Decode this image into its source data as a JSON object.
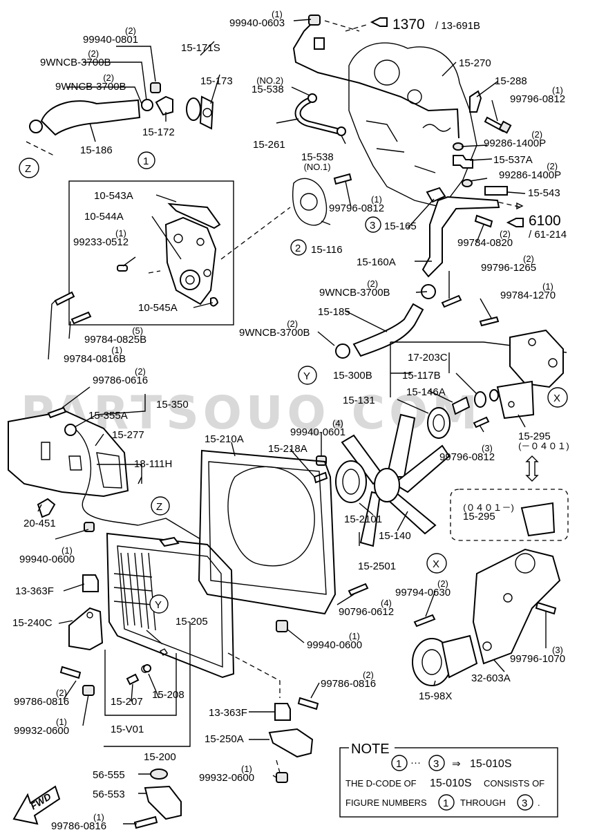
{
  "watermark": "PARTSOUQ.COM",
  "refs": [
    {
      "id": "r1370",
      "code": "1370",
      "sub": "/ 13-691B"
    },
    {
      "id": "r6100",
      "code": "6100",
      "sub": "/ 61-214"
    }
  ],
  "circled": {
    "one": "1",
    "two": "2",
    "three": "3",
    "z": "Z",
    "y": "Y",
    "x": "X"
  },
  "labels": [
    {
      "id": "p99940-0603",
      "text": "99940-0603",
      "qty": "(1)"
    },
    {
      "id": "p99940-0801",
      "text": "99940-0801",
      "qty": "(2)"
    },
    {
      "id": "p9wncb-a",
      "text": "9WNCB-3700B",
      "qty": "(2)"
    },
    {
      "id": "p9wncb-b",
      "text": "9WNCB-3700B",
      "qty": "(2)"
    },
    {
      "id": "p15-171s",
      "text": "15-171S",
      "qty": ""
    },
    {
      "id": "p15-173",
      "text": "15-173",
      "qty": ""
    },
    {
      "id": "p15-172",
      "text": "15-172",
      "qty": ""
    },
    {
      "id": "p15-186",
      "text": "15-186",
      "qty": ""
    },
    {
      "id": "p15-538a",
      "text": "15-538",
      "qty": "(NO.2)"
    },
    {
      "id": "p15-261",
      "text": "15-261",
      "qty": ""
    },
    {
      "id": "p15-538b",
      "text": "15-538",
      "qty": "(NO.1)"
    },
    {
      "id": "p15-270",
      "text": "15-270",
      "qty": ""
    },
    {
      "id": "p15-288",
      "text": "15-288",
      "qty": ""
    },
    {
      "id": "p99796-0812a",
      "text": "99796-0812",
      "qty": "(1)"
    },
    {
      "id": "p99286-a",
      "text": "99286-1400P",
      "qty": "(2)"
    },
    {
      "id": "p15-537a",
      "text": "15-537A",
      "qty": ""
    },
    {
      "id": "p99286-b",
      "text": "99286-1400P",
      "qty": "(2)"
    },
    {
      "id": "p15-543",
      "text": "15-543",
      "qty": ""
    },
    {
      "id": "p10-543a",
      "text": "10-543A",
      "qty": ""
    },
    {
      "id": "p10-544a",
      "text": "10-544A",
      "qty": ""
    },
    {
      "id": "p99233",
      "text": "99233-0512",
      "qty": "(1)"
    },
    {
      "id": "p10-545a",
      "text": "10-545A",
      "qty": ""
    },
    {
      "id": "p99796-0812b",
      "text": "99796-0812",
      "qty": "(1)"
    },
    {
      "id": "p15-165",
      "text": "15-165",
      "qty": ""
    },
    {
      "id": "p15-116",
      "text": "15-116",
      "qty": ""
    },
    {
      "id": "p99784-0820",
      "text": "99784-0820",
      "qty": "(2)"
    },
    {
      "id": "p15-160a",
      "text": "15-160A",
      "qty": ""
    },
    {
      "id": "p99796-1265",
      "text": "99796-1265",
      "qty": "(2)"
    },
    {
      "id": "p9wncb-c",
      "text": "9WNCB-3700B",
      "qty": "(2)"
    },
    {
      "id": "p99784-1270",
      "text": "99784-1270",
      "qty": "(1)"
    },
    {
      "id": "p15-185",
      "text": "15-185",
      "qty": ""
    },
    {
      "id": "p9wncb-d",
      "text": "9WNCB-3700B",
      "qty": "(2)"
    },
    {
      "id": "p99784-0825b",
      "text": "99784-0825B",
      "qty": "(5)"
    },
    {
      "id": "p99784-0816b",
      "text": "99784-0816B",
      "qty": "(1)"
    },
    {
      "id": "p17-203c",
      "text": "17-203C",
      "qty": ""
    },
    {
      "id": "p15-300b",
      "text": "15-300B",
      "qty": ""
    },
    {
      "id": "p15-117b",
      "text": "15-117B",
      "qty": ""
    },
    {
      "id": "p15-146a",
      "text": "15-146A",
      "qty": ""
    },
    {
      "id": "p99786-0616",
      "text": "99786-0616",
      "qty": "(2)"
    },
    {
      "id": "p15-350",
      "text": "15-350",
      "qty": ""
    },
    {
      "id": "p15-355a",
      "text": "15-355A",
      "qty": ""
    },
    {
      "id": "p15-131",
      "text": "15-131",
      "qty": ""
    },
    {
      "id": "p15-277",
      "text": "15-277",
      "qty": ""
    },
    {
      "id": "p99940-0601",
      "text": "99940-0601",
      "qty": "(4)"
    },
    {
      "id": "p15-210a",
      "text": "15-210A",
      "qty": ""
    },
    {
      "id": "p15-218a",
      "text": "15-218A",
      "qty": ""
    },
    {
      "id": "p99796-0812c",
      "text": "99796-0812",
      "qty": "(3)"
    },
    {
      "id": "p15-295a",
      "text": "15-295",
      "qty": "(－０４０１)"
    },
    {
      "id": "p18-111h",
      "text": "18-111H",
      "qty": ""
    },
    {
      "id": "p20-451",
      "text": "20-451",
      "qty": ""
    },
    {
      "id": "p99940-0600a",
      "text": "99940-0600",
      "qty": "(1)"
    },
    {
      "id": "p15-2101",
      "text": "15-2101",
      "qty": ""
    },
    {
      "id": "p15-140",
      "text": "15-140",
      "qty": ""
    },
    {
      "id": "p15-2501",
      "text": "15-2501",
      "qty": ""
    },
    {
      "id": "p15-295b",
      "text": "15-295",
      "qty": "(０４０１－)"
    },
    {
      "id": "p13-363f-a",
      "text": "13-363F",
      "qty": ""
    },
    {
      "id": "p15-240c",
      "text": "15-240C",
      "qty": ""
    },
    {
      "id": "p15-205",
      "text": "15-205",
      "qty": ""
    },
    {
      "id": "p90796-0612",
      "text": "90796-0612",
      "qty": "(4)"
    },
    {
      "id": "p99794-0630",
      "text": "99794-0630",
      "qty": "(2)"
    },
    {
      "id": "p99940-0600b",
      "text": "99940-0600",
      "qty": "(1)"
    },
    {
      "id": "p99796-1070",
      "text": "99796-1070",
      "qty": "(3)"
    },
    {
      "id": "p32-603a",
      "text": "32-603A",
      "qty": ""
    },
    {
      "id": "p99786-0816a",
      "text": "99786-0816",
      "qty": "(2)"
    },
    {
      "id": "p99786-0816b",
      "text": "99786-0816",
      "qty": "(2)"
    },
    {
      "id": "p15-207",
      "text": "15-207",
      "qty": ""
    },
    {
      "id": "p15-208",
      "text": "15-208",
      "qty": ""
    },
    {
      "id": "p15-98x",
      "text": "15-98X",
      "qty": ""
    },
    {
      "id": "p99932-0600a",
      "text": "99932-0600",
      "qty": "(1)"
    },
    {
      "id": "p15-v01",
      "text": "15-V01",
      "qty": ""
    },
    {
      "id": "p13-363f-b",
      "text": "13-363F",
      "qty": ""
    },
    {
      "id": "p15-250a",
      "text": "15-250A",
      "qty": ""
    },
    {
      "id": "p15-200",
      "text": "15-200",
      "qty": ""
    },
    {
      "id": "p99932-0600b",
      "text": "99932-0600",
      "qty": "(1)"
    },
    {
      "id": "p56-555",
      "text": "56-555",
      "qty": ""
    },
    {
      "id": "p56-553",
      "text": "56-553",
      "qty": ""
    },
    {
      "id": "p99786-0816c",
      "text": "99786-0816",
      "qty": "(1)"
    }
  ],
  "note": {
    "title": "NOTE",
    "line1_from": "1",
    "line1_dots": "···",
    "line1_to": "3",
    "line1_arrow": "⇒",
    "line1_code": "15-010S",
    "line2_a": "THE D-CODE OF",
    "line2_code": "15-010S",
    "line2_b": "CONSISTS OF",
    "line3_a": "FIGURE NUMBERS",
    "line3_from": "1",
    "line3_mid": "THROUGH",
    "line3_to": "3",
    "line3_end": "."
  },
  "fwd": "FWD"
}
